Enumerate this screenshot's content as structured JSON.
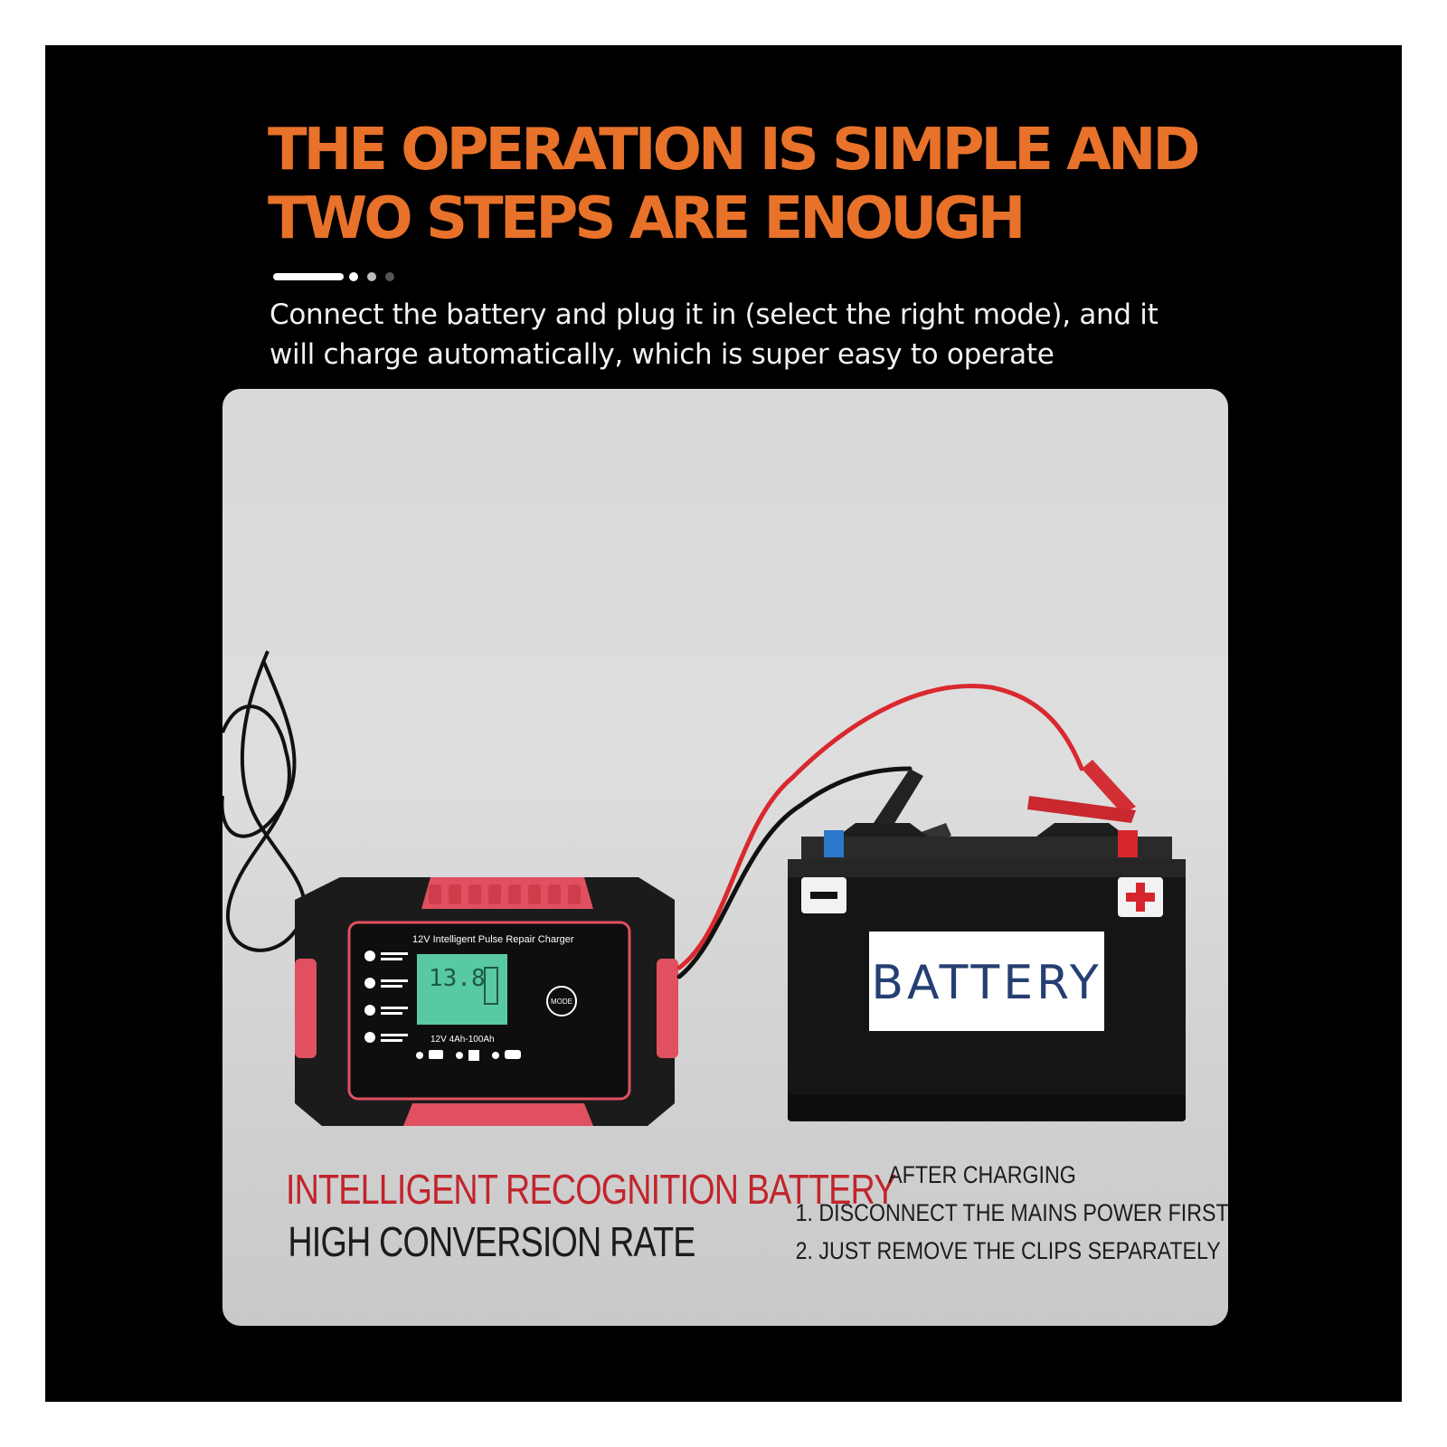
{
  "headline": {
    "line1": "THE OPERATION IS SIMPLE AND",
    "line2": "TWO STEPS ARE ENOUGH"
  },
  "subtitle": {
    "line1": "Connect the battery and plug it in (select the right mode), and it",
    "line2": "will charge automatically, which is super easy to operate"
  },
  "charger": {
    "model_label": "12V Intelligent Pulse Repair Charger",
    "display_reading": "13.8",
    "capacity_label": "12V 4Ah-100Ah",
    "mode_button_label": "MODE"
  },
  "battery": {
    "label": "BATTERY",
    "negative_symbol": "−",
    "positive_symbol": "+"
  },
  "caption_left": {
    "line1": "INTELLIGENT RECOGNITION BATTERY",
    "line2": "HIGH CONVERSION RATE"
  },
  "caption_right": {
    "title": "AFTER CHARGING",
    "step1": "1. DISCONNECT THE MAINS POWER FIRST",
    "step2": "2. JUST REMOVE THE CLIPS SEPARATELY"
  },
  "colors": {
    "headline": "#e8722a",
    "accent_red": "#c2242b",
    "charger_body": "#e05060",
    "battery_label": "#253f72",
    "lcd": "#58c9a2"
  },
  "icons": [
    "charger-device-icon",
    "battery-icon",
    "cable-clip-icon"
  ]
}
